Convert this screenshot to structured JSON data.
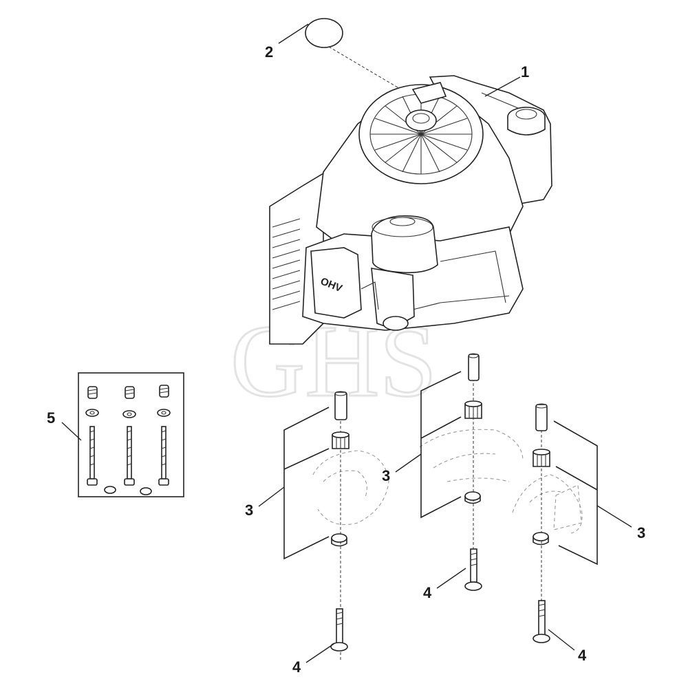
{
  "watermark": "GHS",
  "engine_brand": "OHV",
  "callouts": {
    "engine": "1",
    "cap": "2",
    "mount_left": "3",
    "mount_center": "3",
    "mount_right": "3",
    "bolt_center": "4",
    "bolt_left": "4",
    "bolt_right": "4",
    "screw_set": "5"
  },
  "colors": {
    "line": "#222222",
    "watermark": "#e3e3e3",
    "ghost_outline": "#9a9a9a"
  }
}
